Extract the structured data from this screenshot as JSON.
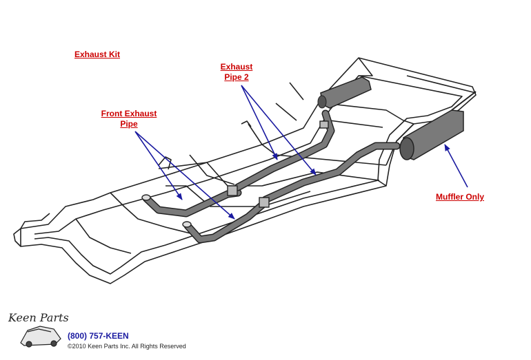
{
  "labels": {
    "exhaust_kit": "Exhaust Kit",
    "front_exhaust_line1": "Front Exhaust",
    "front_exhaust_line2": "Pipe",
    "exhaust_pipe2_line1": "Exhaust",
    "exhaust_pipe2_line2": "Pipe 2",
    "muffler_only": "Muffler Only"
  },
  "footer": {
    "phone": "(800) 757-KEEN",
    "copyright": "©2010 Keen Parts Inc. All Rights Reserved",
    "logo": "Keen Parts"
  },
  "colors": {
    "link": "#cc0000",
    "arrow": "#1a1aa0",
    "phone": "#1a1aa0",
    "pipe_fill": "#7a7a7a",
    "line": "#222222"
  }
}
